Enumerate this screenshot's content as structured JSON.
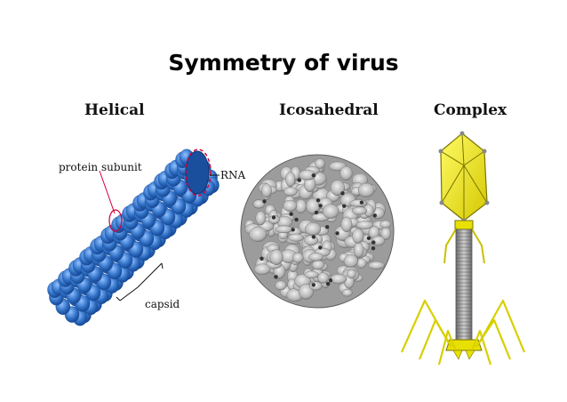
{
  "title": "Symmetry of virus",
  "panels": {
    "helical": {
      "heading": "Helical",
      "labels": {
        "protein_subunit": "protein subunit",
        "rna": "RNA",
        "capsid": "capsid"
      },
      "color": "#2f6fc4"
    },
    "icosahedral": {
      "heading": "Icosahedral",
      "color": "#b9b9b9"
    },
    "complex": {
      "heading": "Complex",
      "color": "#e8e000"
    }
  }
}
